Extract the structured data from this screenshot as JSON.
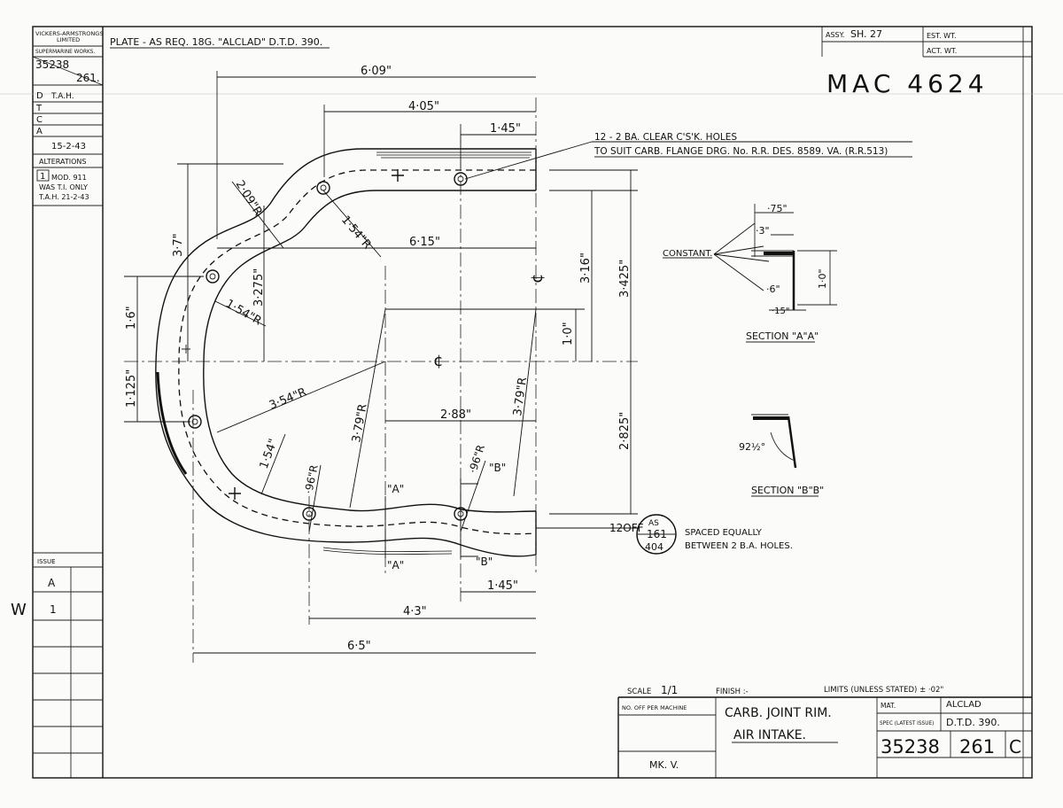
{
  "header": {
    "maker": [
      "VICKERS-ARMSTRONGS",
      "LIMITED",
      "SUPERMARINE WORKS."
    ],
    "drawing_no": "35238",
    "sheet_no": "261.",
    "material_note": "PLATE - AS REQ. 18G. \"ALCLAD\" D.T.D. 390.",
    "assy_label": "ASSY.",
    "assy_value": "SH. 27",
    "est_wt": "EST. WT.",
    "act_wt": "ACT. WT.",
    "stamp": "MAC 4624"
  },
  "left_block": {
    "rows": [
      {
        "label": "D",
        "value": "T.A.H."
      },
      {
        "label": "T",
        "value": ""
      },
      {
        "label": "C",
        "value": ""
      },
      {
        "label": "A",
        "value": ""
      }
    ],
    "date": "15-2-43",
    "alterations_title": "ALTERATIONS",
    "alteration_no": "1",
    "alteration_lines": [
      "MOD. 911",
      "WAS T.I. ONLY",
      "T.A.H. 21-2-43"
    ],
    "issue_title": "ISSUE",
    "issues": [
      "A",
      "1"
    ],
    "margin_mark": "W"
  },
  "dimensions": {
    "d609": "6·09\"",
    "d405": "4·05\"",
    "d145_top": "1·45\"",
    "r209": "2·09\"R",
    "d37": "3·7\"",
    "r154_top": "1·54\"R",
    "d615": "6·15\"",
    "d3275": "3·275\"",
    "r154_left": "1·54\"R",
    "d16": "1·6\"",
    "d1125": "1·125\"",
    "r354": "3·54\"R",
    "r379_left": "3·79\"R",
    "d288": "2·88\"",
    "r379_right": "3·79\"R",
    "d154_low": "1·54\"",
    "r96_left": "·96\"R",
    "r96_right": "·96\"R",
    "d316": "3·16\"",
    "d3425": "3·425\"",
    "d10": "1·0\"",
    "d2825": "2·825\"",
    "d145_bottom": "1·45\"",
    "d43": "4·3\"",
    "d65": "6·5\""
  },
  "hole_note": [
    "12 - 2 BA. CLEAR C'S'K. HOLES",
    "TO SUIT CARB. FLANGE DRG. No. R.R. DES. 8589. VA. (R.R.513)"
  ],
  "rivet_note": {
    "count": "12OFF",
    "circle": [
      "AS",
      "161",
      "404"
    ],
    "text": [
      "SPACED EQUALLY",
      "BETWEEN 2 B.A. HOLES."
    ]
  },
  "section_marks": {
    "a_top": "\"A\"",
    "a_bottom": "\"A\"",
    "b_top": "\"B\"",
    "b_bottom": "\"B\""
  },
  "centre_mark": "¢",
  "section_aa": {
    "constant": "CONSTANT.",
    "d75": "·75\"",
    "d3": "·3\"",
    "d10": "1·0\"",
    "d6": "·6\"",
    "d15": "·15\"",
    "title": "SECTION \"A\"A\""
  },
  "section_bb": {
    "angle": "92½°",
    "title": "SECTION \"B\"B\""
  },
  "title_block": {
    "scale_label": "SCALE",
    "scale_value": "1/1",
    "finish_label": "FINISH :-",
    "limits": "LIMITS (UNLESS STATED) ± ·02\"",
    "no_off_label": "NO. OFF PER MACHINE",
    "title_lines": [
      "CARB. JOINT RIM.",
      "AIR INTAKE."
    ],
    "mat_label": "MAT.",
    "mat_value": "ALCLAD",
    "spec_label": "SPEC (LATEST ISSUE)",
    "spec_value": "D.T.D. 390.",
    "drawing_no": "35238",
    "sheet_no": "261",
    "issue": "C",
    "mark": "MK. V."
  },
  "colors": {
    "paper": "#fbfbfa",
    "ink": "#111111"
  }
}
